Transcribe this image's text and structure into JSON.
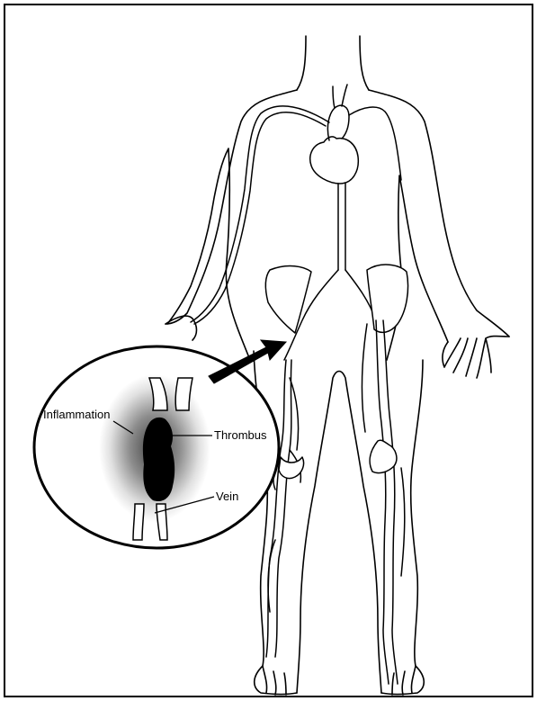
{
  "diagram": {
    "labels": {
      "inflammation": "Inflammation",
      "thrombus": "Thrombus",
      "vein": "Vein"
    },
    "colors": {
      "ink": "#000000",
      "background": "#ffffff"
    },
    "icons": [
      "arrow-icon"
    ]
  }
}
